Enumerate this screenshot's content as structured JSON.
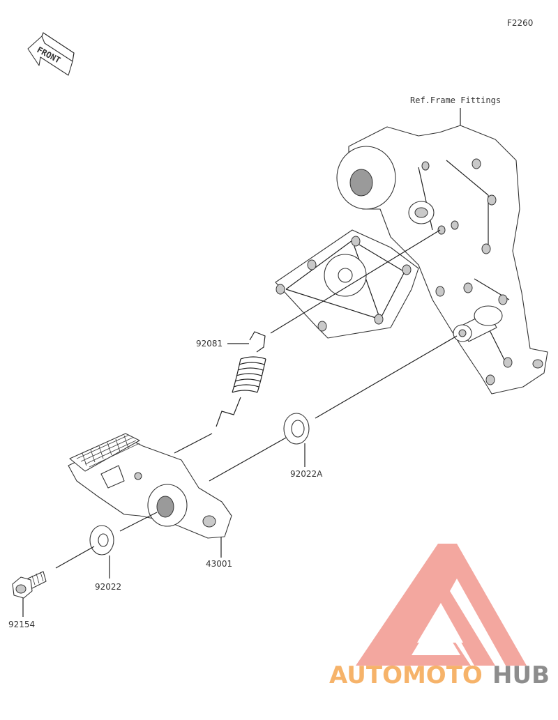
{
  "figure_code": "F2260",
  "front_indicator": "FRONT",
  "ref_label": "Ref.Frame Fittings",
  "parts": [
    {
      "number": "92081"
    },
    {
      "number": "92022A"
    },
    {
      "number": "43001"
    },
    {
      "number": "92022"
    },
    {
      "number": "92154"
    }
  ],
  "watermark": {
    "part1": "AUTOMOTO",
    "part2": "HUB",
    "color_accent": "#f3a79f",
    "color_text_orange": "#f6b36a",
    "color_text_gray": "#8d8d8d"
  }
}
